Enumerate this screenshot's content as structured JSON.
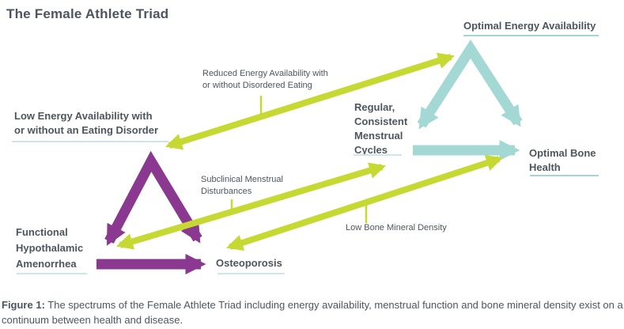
{
  "colors": {
    "purple": "#8b3890",
    "teal": "#a3d8d4",
    "green": "#c5d932",
    "text": "#4d565e",
    "underline_light": "#cbe7e6",
    "underline_teal": "#a2d5d3"
  },
  "title": "The Female Athlete Triad",
  "healthy_triad": {
    "energy_label": "Optimal Energy Availability",
    "menstrual_label_lines": [
      "Regular,",
      "Consistent",
      "Menstrual",
      "Cycles"
    ],
    "bone_label_lines": [
      "Optimal Bone",
      "Health"
    ]
  },
  "disease_triad": {
    "energy_label_lines": [
      "Low Energy Availability with",
      "or without an Eating Disorder"
    ],
    "menstrual_label_lines": [
      "Functional",
      "Hypothalamic",
      "Amenorrhea"
    ],
    "bone_label": "Osteoporosis"
  },
  "spectrum_arrows": {
    "energy_label_lines": [
      "Reduced Energy Availability with",
      "or without Disordered Eating"
    ],
    "menstrual_label_lines": [
      "Subclinical Menstrual",
      "Disturbances"
    ],
    "bone_label": "Low Bone Mineral Density"
  },
  "caption": {
    "figure_label": "Figure 1:",
    "text": "The spectrums of the Female Athlete Triad including energy availability, menstrual function and bone mineral density exist on a continuum between health and disease."
  }
}
